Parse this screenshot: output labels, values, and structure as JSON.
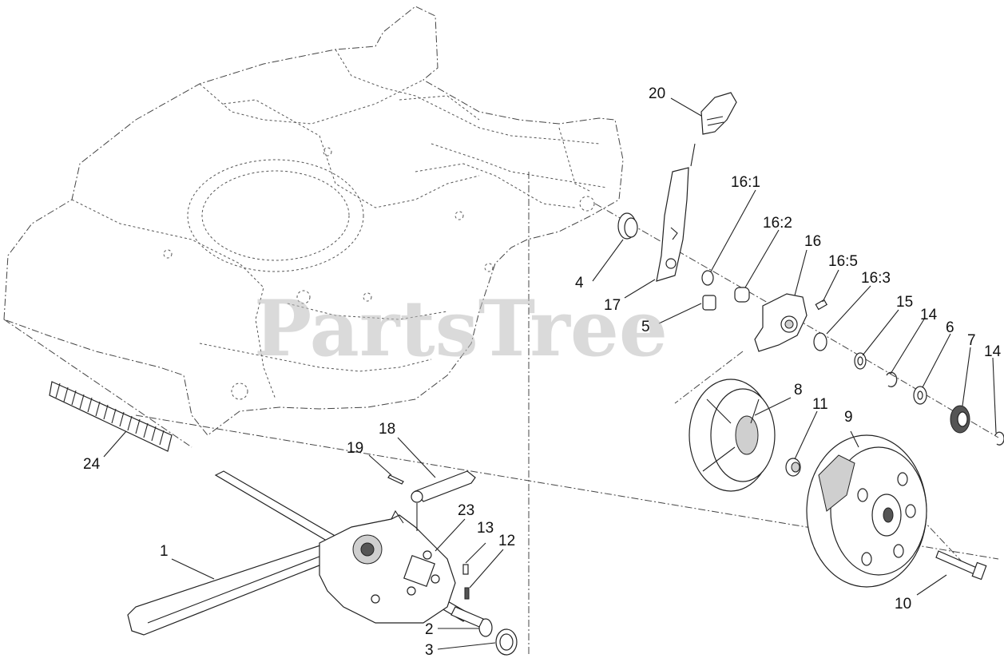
{
  "watermark": "PartsTree",
  "callouts": [
    {
      "id": "c1",
      "text": "1"
    },
    {
      "id": "c2",
      "text": "2"
    },
    {
      "id": "c3",
      "text": "3"
    },
    {
      "id": "c4",
      "text": "4"
    },
    {
      "id": "c5",
      "text": "5"
    },
    {
      "id": "c6",
      "text": "6"
    },
    {
      "id": "c7",
      "text": "7"
    },
    {
      "id": "c8",
      "text": "8"
    },
    {
      "id": "c9",
      "text": "9"
    },
    {
      "id": "c10",
      "text": "10"
    },
    {
      "id": "c11",
      "text": "11"
    },
    {
      "id": "c12",
      "text": "12"
    },
    {
      "id": "c13",
      "text": "13"
    },
    {
      "id": "c14a",
      "text": "14"
    },
    {
      "id": "c14b",
      "text": "14"
    },
    {
      "id": "c15",
      "text": "15"
    },
    {
      "id": "c16",
      "text": "16"
    },
    {
      "id": "c161",
      "text": "16:1"
    },
    {
      "id": "c162",
      "text": "16:2"
    },
    {
      "id": "c163",
      "text": "16:3"
    },
    {
      "id": "c165",
      "text": "16:5"
    },
    {
      "id": "c17",
      "text": "17"
    },
    {
      "id": "c18",
      "text": "18"
    },
    {
      "id": "c19",
      "text": "19"
    },
    {
      "id": "c20",
      "text": "20"
    },
    {
      "id": "c23",
      "text": "23"
    },
    {
      "id": "c24",
      "text": "24"
    }
  ]
}
